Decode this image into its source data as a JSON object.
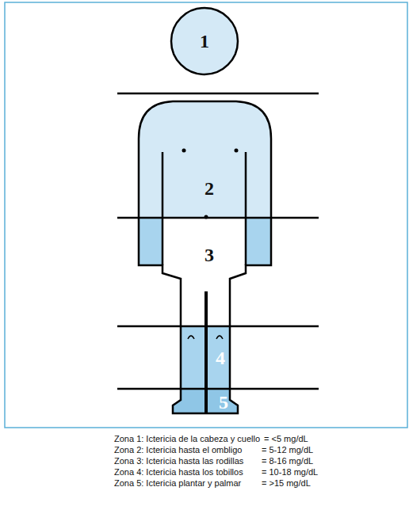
{
  "diagram": {
    "labels": [
      "1",
      "2",
      "3",
      "4",
      "5",
      "Zona 1: Ictericia de la cabeza y cuello",
      "= <5 mg/dL",
      "Zona 2: Ictericia hasta el ombligo",
      "= 5-12 mg/dL",
      "Zona 3: Ictericia hasta las rodillas",
      "= 8-16 mg/dL",
      "Zona 4: Ictericia hasta los tobillos",
      "= 10-18 mg/dL",
      "Zona 5: Ictericia plantar y palmar",
      "= >15 mg/dL"
    ]
  }
}
